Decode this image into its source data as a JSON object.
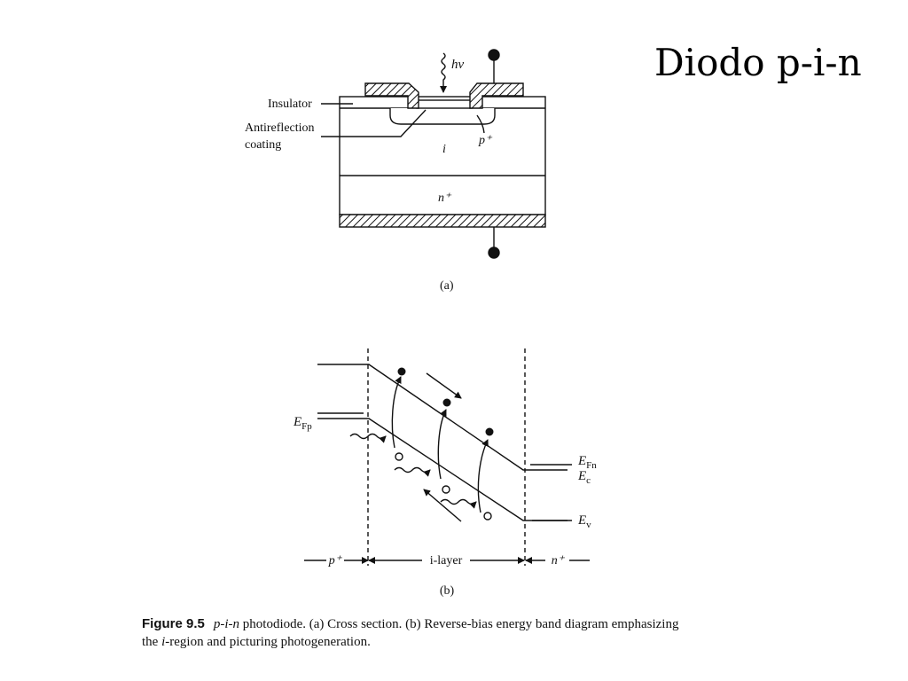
{
  "slide": {
    "title": "Diodo p-i-n"
  },
  "diagram_a": {
    "photon_label": "hν",
    "labels": {
      "insulator": "Insulator",
      "arc_line1": "Antireflection",
      "arc_line2": "coating",
      "p_plus": "p⁺",
      "i": "i",
      "n_plus": "n⁺"
    },
    "sublabel": "(a)"
  },
  "diagram_b": {
    "labels": {
      "efp_main": "E",
      "efp_sub": "Fp",
      "efn_main": "E",
      "efn_sub": "Fn",
      "ec_main": "E",
      "ec_sub": "c",
      "ev_main": "E",
      "ev_sub": "v"
    },
    "regions": {
      "p": "p⁺",
      "i": "i-layer",
      "n": "n⁺"
    },
    "sublabel": "(b)"
  },
  "caption": {
    "figure": "Figure 9.5",
    "title_em": "p-i-n",
    "line1_rest": " photodiode. (a) Cross section. (b) Reverse-bias energy band diagram emphasizing",
    "line2_pre": "the ",
    "line2_em": "i",
    "line2_post": "-region and picturing photogeneration."
  }
}
